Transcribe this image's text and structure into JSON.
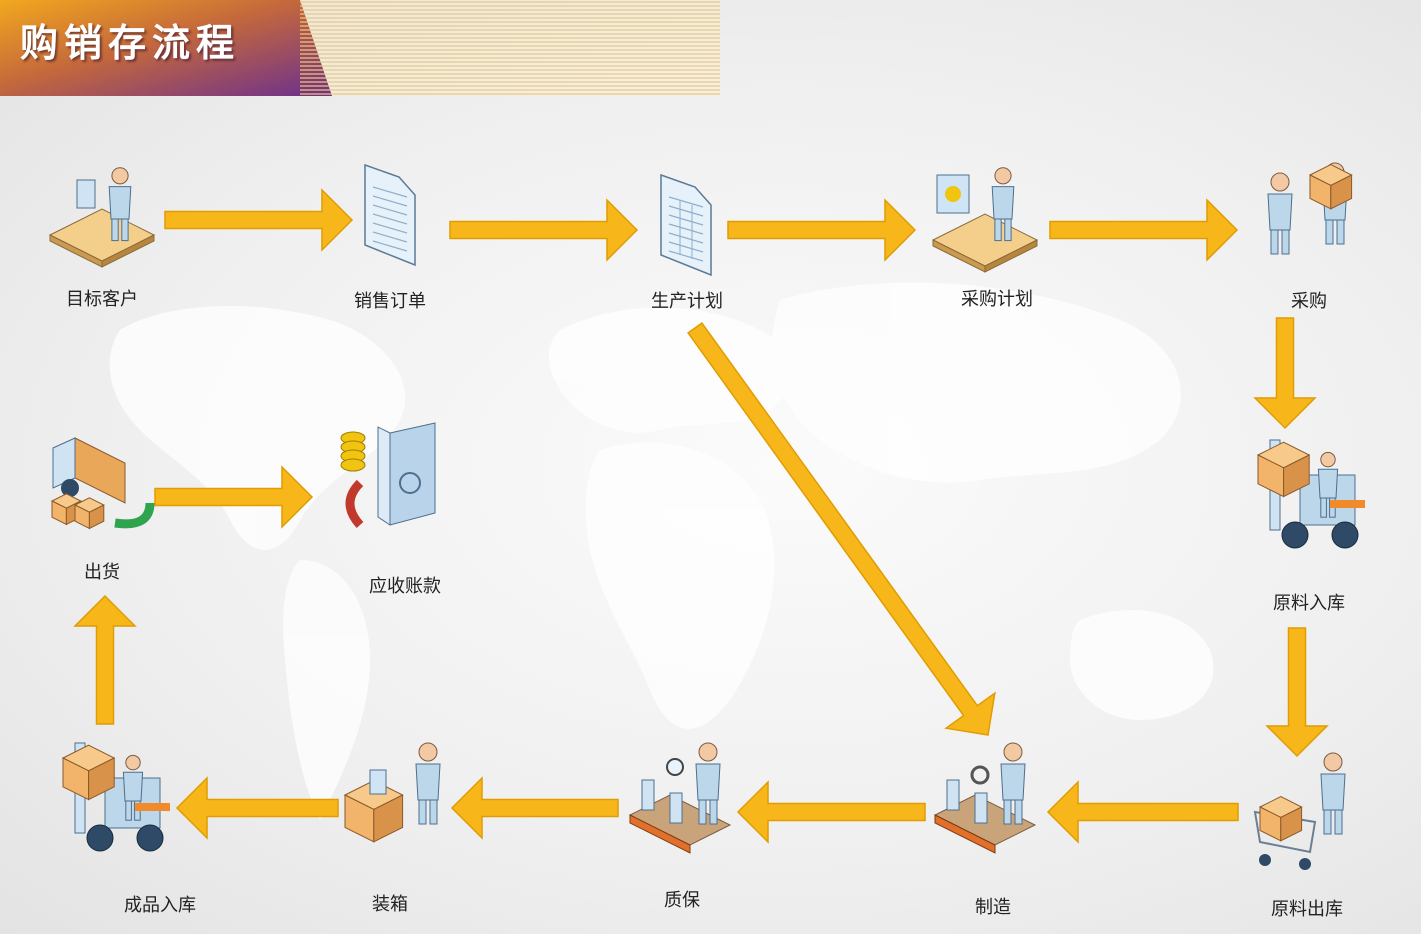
{
  "title": "购销存流程",
  "colors": {
    "arrow": "#f7b71b",
    "arrow_edge": "#e09c00",
    "banner_start": "#6b2f8e",
    "banner_end": "#f2a81d",
    "figure": "#bcd6ea",
    "box": "#f2b36a"
  },
  "nodes": [
    {
      "id": "target-customer",
      "label": "目标客户",
      "icon": "person-at-desk-icon"
    },
    {
      "id": "sales-order",
      "label": "销售订单",
      "icon": "document-icon"
    },
    {
      "id": "production-plan",
      "label": "生产计划",
      "icon": "spreadsheet-document-icon"
    },
    {
      "id": "purchase-plan",
      "label": "采购计划",
      "icon": "person-at-computer-icon"
    },
    {
      "id": "purchasing",
      "label": "采购",
      "icon": "people-exchanging-box-icon"
    },
    {
      "id": "raw-material-in",
      "label": "原料入库",
      "icon": "forklift-icon"
    },
    {
      "id": "raw-material-out",
      "label": "原料出库",
      "icon": "person-with-cart-icon"
    },
    {
      "id": "manufacturing",
      "label": "制造",
      "icon": "worker-at-conveyor-icon"
    },
    {
      "id": "quality-assurance",
      "label": "质保",
      "icon": "inspector-at-conveyor-icon"
    },
    {
      "id": "packing",
      "label": "装箱",
      "icon": "person-packing-box-icon"
    },
    {
      "id": "finished-goods-in",
      "label": "成品入库",
      "icon": "forklift-icon"
    },
    {
      "id": "shipping",
      "label": "出货",
      "icon": "delivery-truck-icon"
    },
    {
      "id": "accounts-receivable",
      "label": "应收账款",
      "icon": "coins-and-safe-icon"
    }
  ],
  "edges": [
    {
      "from": "target-customer",
      "to": "sales-order"
    },
    {
      "from": "sales-order",
      "to": "production-plan"
    },
    {
      "from": "production-plan",
      "to": "purchase-plan"
    },
    {
      "from": "purchase-plan",
      "to": "purchasing"
    },
    {
      "from": "purchasing",
      "to": "raw-material-in"
    },
    {
      "from": "raw-material-in",
      "to": "raw-material-out"
    },
    {
      "from": "raw-material-out",
      "to": "manufacturing"
    },
    {
      "from": "production-plan",
      "to": "manufacturing"
    },
    {
      "from": "manufacturing",
      "to": "quality-assurance"
    },
    {
      "from": "quality-assurance",
      "to": "packing"
    },
    {
      "from": "packing",
      "to": "finished-goods-in"
    },
    {
      "from": "finished-goods-in",
      "to": "shipping"
    },
    {
      "from": "shipping",
      "to": "accounts-receivable"
    }
  ]
}
